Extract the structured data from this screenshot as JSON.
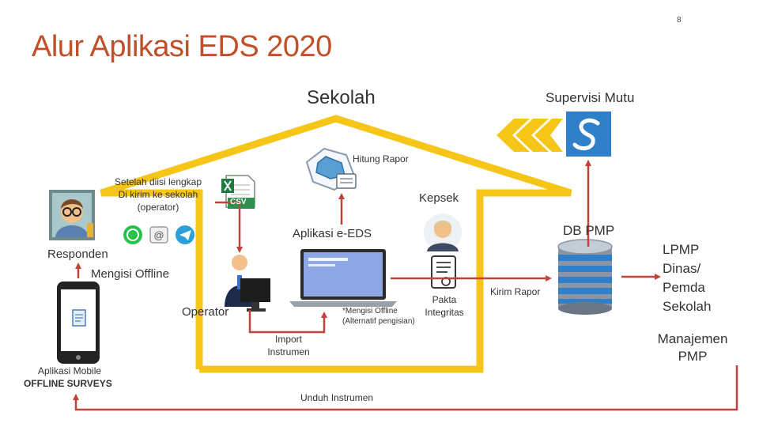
{
  "page_number": "8",
  "title": "Alur Aplikasi EDS 2020",
  "labels": {
    "sekolah": "Sekolah",
    "supervisi_mutu": "Supervisi Mutu",
    "hitung_rapor": "Hitung Rapor",
    "setelah_line1": "Setelah diisi lengkap",
    "setelah_line2": "Di kirim ke sekolah",
    "setelah_line3": "(operator)",
    "csv": "CSV",
    "kepsek": "Kepsek",
    "aplikasi_eds": "Aplikasi e-EDS",
    "db_pmp": "DB PMP",
    "responden": "Responden",
    "mengisi_offline": "Mengisi Offline",
    "operator": "Operator",
    "mengisi_offline_note1": "*Mengisi Offline",
    "mengisi_offline_note2": "(Alternatif pengisian)",
    "pakta_line1": "Pakta",
    "pakta_line2": "Integritas",
    "kirim_rapor": "Kirim Rapor",
    "lpmp_line1": "LPMP",
    "lpmp_line2": "Dinas/",
    "lpmp_line3": "Pemda",
    "lpmp_line4": "Sekolah",
    "manajemen_line1": "Manajemen",
    "manajemen_line2": "PMP",
    "import_line1": "Import",
    "import_line2": "Instrumen",
    "aplikasi_mobile": "Aplikasi Mobile",
    "offline_surveys": "OFFLINE SURVEYS",
    "unduh_instrumen": "Unduh Instrumen"
  },
  "colors": {
    "title": "#c0502a",
    "house": "#f5c518",
    "arrow": "#c0443a",
    "chevron": "#f5c518",
    "supervisi_logo": "#2f7fc9"
  }
}
